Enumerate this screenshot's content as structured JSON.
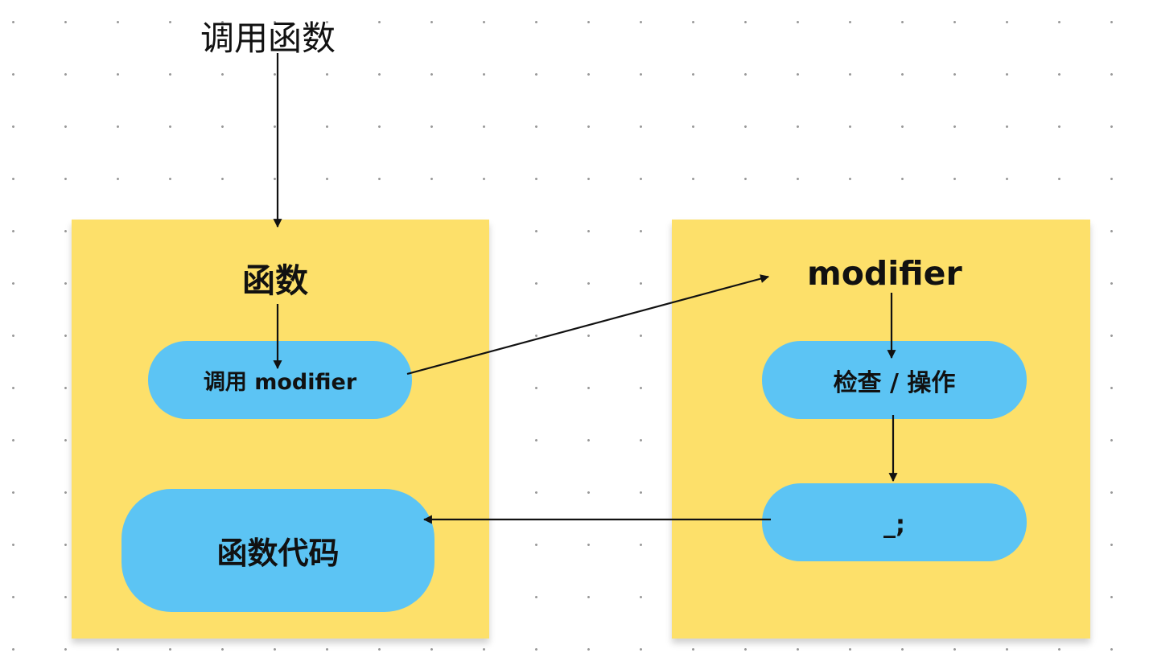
{
  "top_label": "调用函数",
  "function_box": {
    "title": "函数",
    "call_modifier_label": "调用 modifier",
    "function_code_label": "函数代码"
  },
  "modifier_box": {
    "title": "modifier",
    "check_operate_label": "检查 / 操作",
    "placeholder_label": "_;"
  },
  "colors": {
    "note_background": "#fde06a",
    "pill_background": "#5cc4f4",
    "arrow": "#111111"
  }
}
